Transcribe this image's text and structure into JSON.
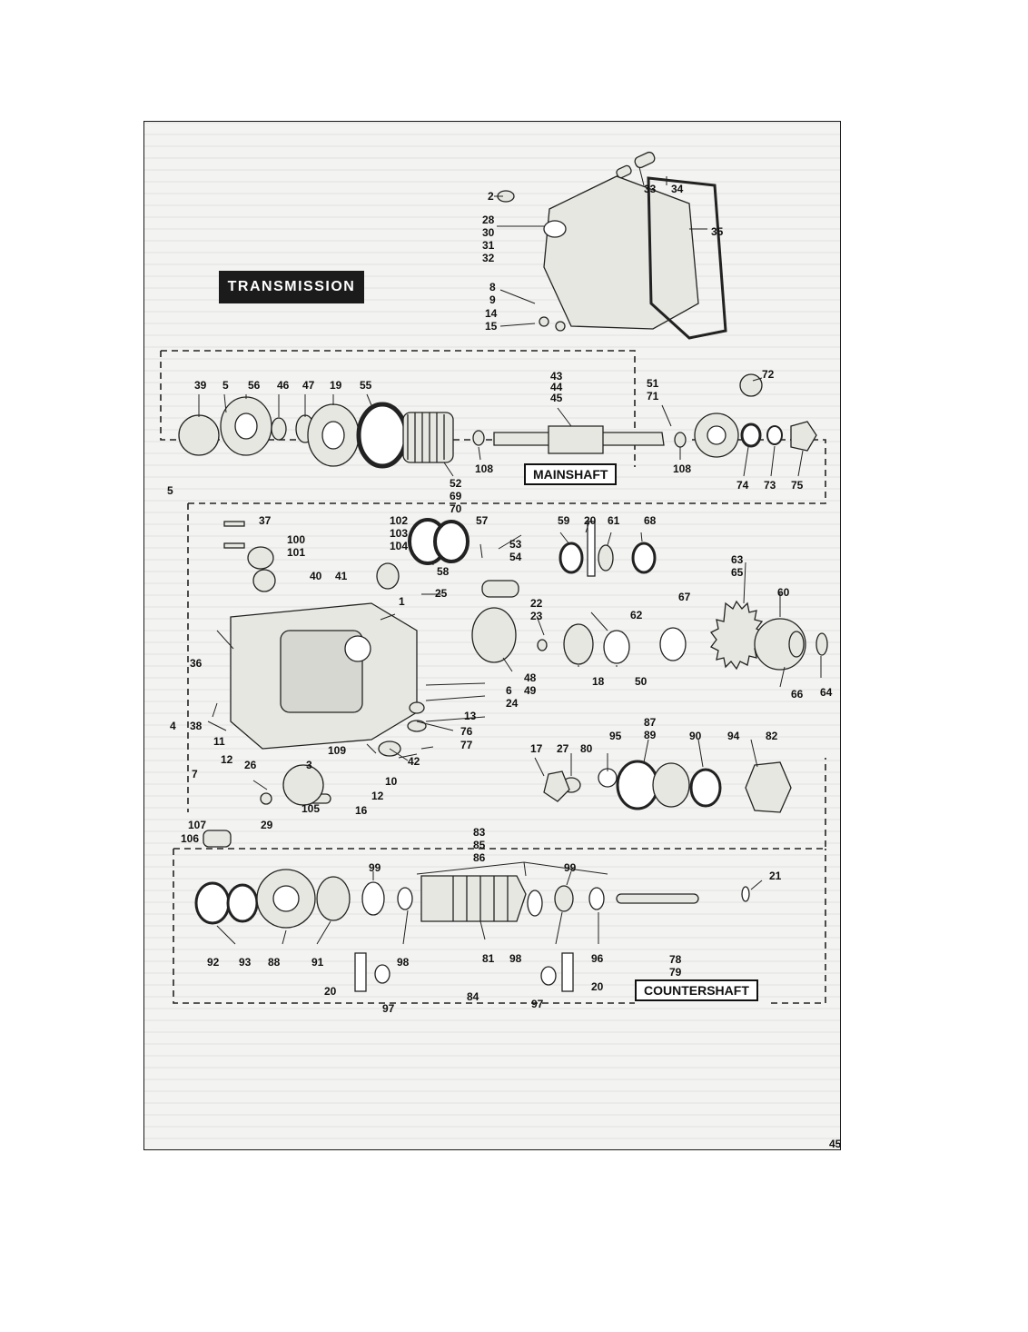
{
  "title": "TRANSMISSION",
  "sections": {
    "mainshaft": "MAINSHAFT",
    "countershaft": "COUNTERSHAFT"
  },
  "page_number": "45",
  "callouts": {
    "cover": [
      "2",
      "33",
      "34",
      "28",
      "30",
      "31",
      "32",
      "35",
      "8",
      "9",
      "14",
      "15"
    ],
    "mainshaft": [
      "39",
      "5",
      "56",
      "46",
      "47",
      "19",
      "55",
      "43",
      "44",
      "45",
      "51",
      "71",
      "72",
      "52",
      "69",
      "70",
      "108",
      "108",
      "74",
      "73",
      "75",
      "5"
    ],
    "case": [
      "37",
      "100",
      "101",
      "40",
      "41",
      "102",
      "103",
      "104",
      "57",
      "58",
      "53",
      "54",
      "59",
      "20",
      "61",
      "68",
      "63",
      "65",
      "60",
      "1",
      "25",
      "22",
      "23",
      "62",
      "67",
      "36",
      "48",
      "49",
      "18",
      "50",
      "66",
      "64",
      "4",
      "38",
      "6",
      "24",
      "13",
      "76",
      "77",
      "87",
      "89",
      "11",
      "12",
      "26",
      "109",
      "3",
      "42",
      "17",
      "27",
      "80",
      "95",
      "90",
      "94",
      "82",
      "7",
      "10",
      "12",
      "16",
      "105",
      "107",
      "29",
      "106"
    ],
    "countershaft": [
      "83",
      "85",
      "86",
      "99",
      "99",
      "21",
      "92",
      "93",
      "88",
      "91",
      "98",
      "81",
      "98",
      "96",
      "20",
      "84",
      "97",
      "78",
      "79",
      "20",
      "97"
    ]
  }
}
